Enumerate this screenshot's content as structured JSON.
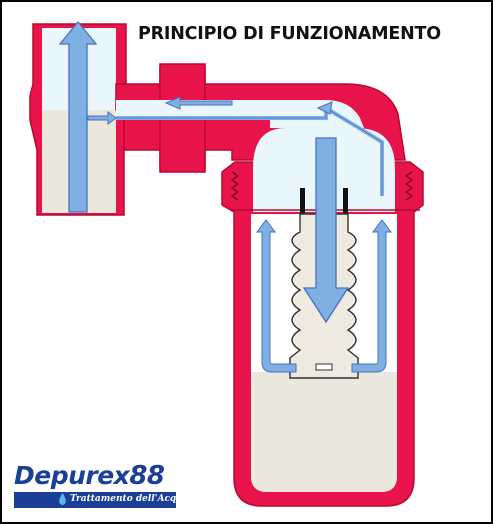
{
  "title": "PRINCIPIO DI FUNZIONAMENTO",
  "logo": {
    "name": "Depurex",
    "name_number": "88",
    "tagline": "Trattamento dell'Acqua"
  },
  "colors": {
    "housing": "#e8134b",
    "housing_outline": "#b8082f",
    "water": "#ebe8de",
    "air": "#e9f6fb",
    "arrow": "#7fb0e4",
    "arrow_outline": "#4a6fbf",
    "logo_blue": "#1b3f97"
  },
  "icons": [
    "flow-up-arrow-icon",
    "flow-left-arrow-icon",
    "flow-down-arrow-icon",
    "flow-right-arrow-icon",
    "water-drop-icon"
  ]
}
